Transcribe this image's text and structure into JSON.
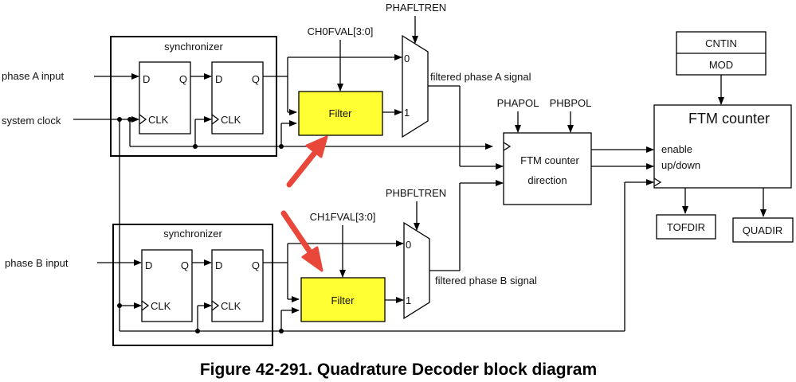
{
  "diagram": {
    "inputs": {
      "phase_a": "phase A input",
      "system_clock": "system clock",
      "phase_b": "phase B input"
    },
    "synchronizer_label": "synchronizer",
    "ff": {
      "d": "D",
      "q": "Q",
      "clk": "CLK"
    },
    "filter_label": "Filter",
    "ch0fval": "CH0FVAL[3:0]",
    "ch1fval": "CH1FVAL[3:0]",
    "phafltren": "PHAFLTREN",
    "phbfltren": "PHBFLTREN",
    "mux_zero": "0",
    "mux_one": "1",
    "filtered_a": "filtered phase A signal",
    "filtered_b": "filtered phase B signal",
    "phapol": "PHAPOL",
    "phbpol": "PHBPOL",
    "direction_line1": "FTM counter",
    "direction_line2": "direction",
    "ftm_counter_title": "FTM counter",
    "ftm_enable": "enable",
    "ftm_updown": "up/down",
    "cntin": "CNTIN",
    "mod": "MOD",
    "tofdir": "TOFDIR",
    "quadir": "QUADIR",
    "caption": "Figure 42-291. Quadrature Decoder block diagram",
    "colors": {
      "filter_fill": "#ffff33",
      "arrow": "#e8473a"
    }
  }
}
